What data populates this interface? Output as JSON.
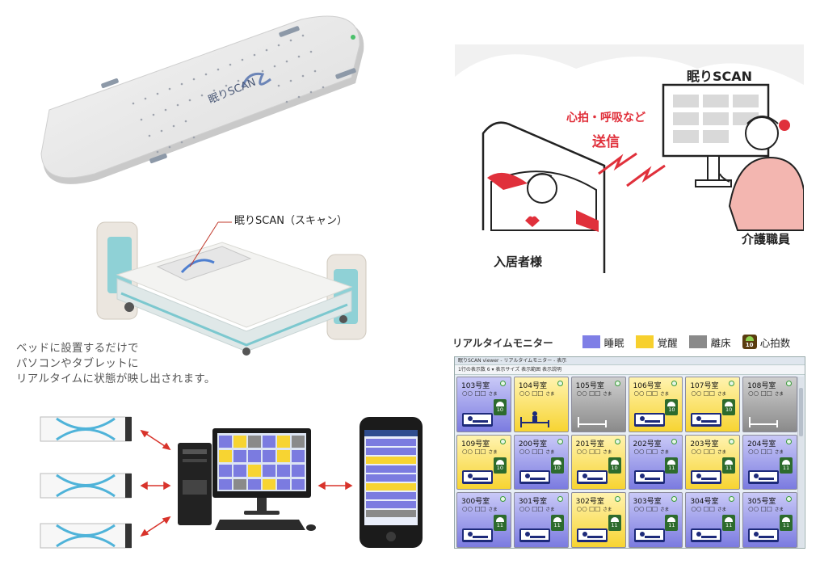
{
  "product": {
    "logo_text": "眠りSCAN",
    "callout_label": "眠りSCAN（スキャン）"
  },
  "illustration": {
    "monitor_label": "眠りSCAN",
    "signal_line1": "心拍・呼吸など",
    "signal_line2": "送信",
    "resident_label": "入居者様",
    "staff_label": "介護職員"
  },
  "caption": {
    "line1": "ベッドに設置するだけで",
    "line2": "パソコンやタブレットに",
    "line3": "リアルタイムに状態が映し出されます。"
  },
  "monitor": {
    "title": "リアルタイムモニター",
    "legend": [
      {
        "label": "睡眠",
        "color": "#7f7fe6"
      },
      {
        "label": "覚醒",
        "color": "#f7d02e"
      },
      {
        "label": "離床",
        "color": "#8a8a8a"
      },
      {
        "label": "心拍数",
        "color": "#5a3c10",
        "badge": "10"
      }
    ],
    "window_title": "眠りSCAN viewer - リアルタイムモニター - 表示",
    "toolbar_text": "1行の表示数 6 ▾  表示サイズ  表示範囲  表示説明",
    "person_placeholder": "○○ □□",
    "honorific": "さま",
    "rooms": [
      {
        "name": "103号室",
        "state": "sleep",
        "heart_rate": "10",
        "posture": "lying"
      },
      {
        "name": "104号室",
        "state": "awake",
        "heart_rate": "",
        "posture": "sitting"
      },
      {
        "name": "105号室",
        "state": "away",
        "heart_rate": "",
        "posture": "empty"
      },
      {
        "name": "106号室",
        "state": "awake",
        "heart_rate": "10",
        "posture": "lying"
      },
      {
        "name": "107号室",
        "state": "awake",
        "heart_rate": "10",
        "posture": "lying"
      },
      {
        "name": "108号室",
        "state": "away",
        "heart_rate": "",
        "posture": "empty"
      },
      {
        "name": "109号室",
        "state": "awake",
        "heart_rate": "10",
        "posture": "lying"
      },
      {
        "name": "200号室",
        "state": "sleep",
        "heart_rate": "10",
        "posture": "lying"
      },
      {
        "name": "201号室",
        "state": "awake",
        "heart_rate": "10",
        "posture": "lying"
      },
      {
        "name": "202号室",
        "state": "sleep",
        "heart_rate": "11",
        "posture": "lying"
      },
      {
        "name": "203号室",
        "state": "awake",
        "heart_rate": "11",
        "posture": "lying"
      },
      {
        "name": "204号室",
        "state": "sleep",
        "heart_rate": "11",
        "posture": "lying"
      },
      {
        "name": "300号室",
        "state": "sleep",
        "heart_rate": "11",
        "posture": "lying"
      },
      {
        "name": "301号室",
        "state": "sleep",
        "heart_rate": "11",
        "posture": "lying"
      },
      {
        "name": "302号室",
        "state": "awake",
        "heart_rate": "11",
        "posture": "lying"
      },
      {
        "name": "303号室",
        "state": "sleep",
        "heart_rate": "11",
        "posture": "lying"
      },
      {
        "name": "304号室",
        "state": "sleep",
        "heart_rate": "11",
        "posture": "lying"
      },
      {
        "name": "305号室",
        "state": "sleep",
        "heart_rate": "11",
        "posture": "lying"
      }
    ]
  }
}
